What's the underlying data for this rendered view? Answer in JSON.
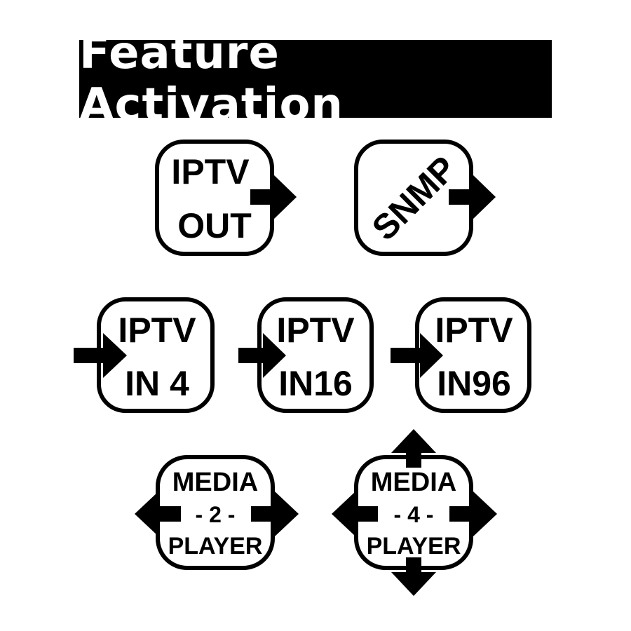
{
  "title": "Feature Activation",
  "colors": {
    "ink": "#000000",
    "paper": "#ffffff"
  },
  "icons": {
    "iptv_out": {
      "line1": "IPTV",
      "line2": "OUT",
      "arrow": "right-arrow-icon"
    },
    "snmp": {
      "label": "SNMP",
      "arrow": "right-arrow-icon"
    },
    "iptv_in4": {
      "line1": "IPTV",
      "line2": "IN 4",
      "arrow": "right-arrow-icon"
    },
    "iptv_in16": {
      "line1": "IPTV",
      "line2": "IN16",
      "arrow": "right-arrow-icon"
    },
    "iptv_in96": {
      "line1": "IPTV",
      "line2": "IN96",
      "arrow": "right-arrow-icon"
    },
    "media2": {
      "line1": "MEDIA",
      "line2": "- 2 -",
      "line3": "PLAYER",
      "arrows": [
        "left-arrow-icon",
        "right-arrow-icon"
      ]
    },
    "media4": {
      "line1": "MEDIA",
      "line2": "- 4 -",
      "line3": "PLAYER",
      "arrows": [
        "up-arrow-icon",
        "down-arrow-icon",
        "left-arrow-icon",
        "right-arrow-icon"
      ]
    }
  }
}
